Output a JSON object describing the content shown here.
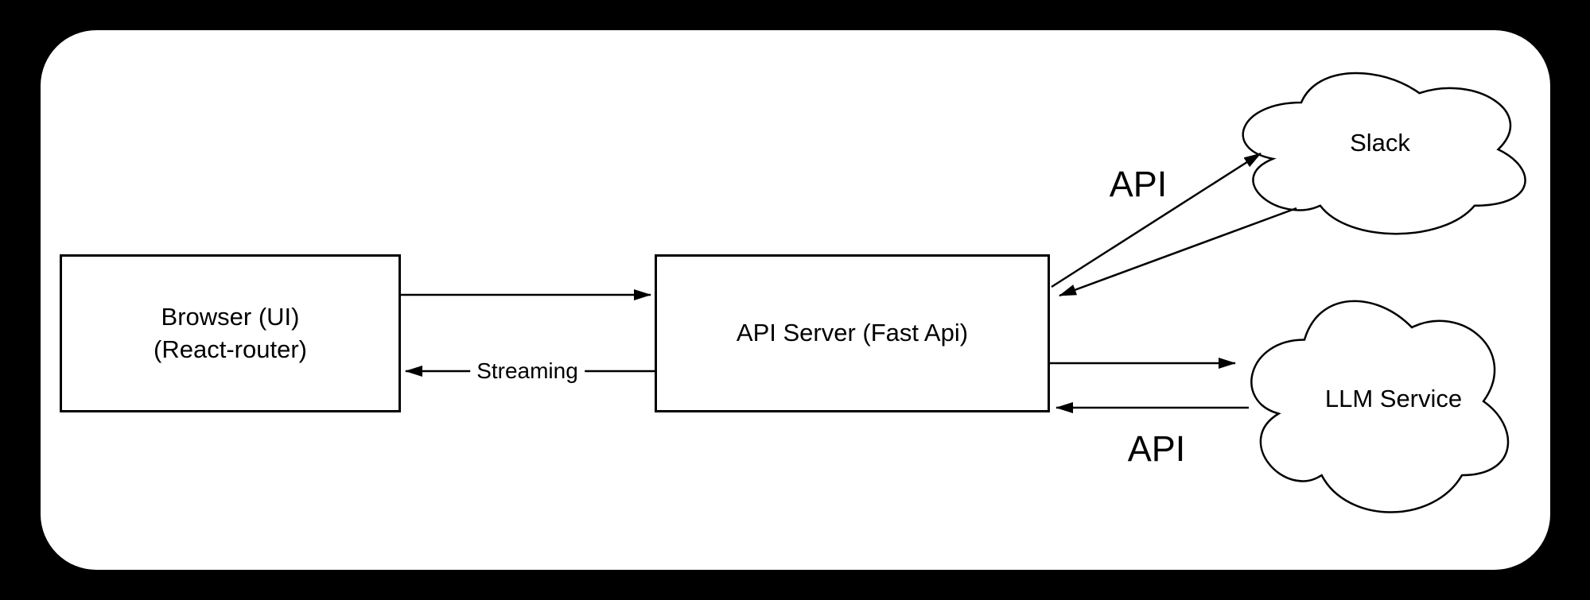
{
  "nodes": {
    "browser": {
      "line1": "Browser (UI)",
      "line2": "(React-router)"
    },
    "api_server": {
      "label": "API Server (Fast Api)"
    },
    "slack": {
      "label": "Slack"
    },
    "llm_service": {
      "label": "LLM Service"
    }
  },
  "edges": {
    "api_to_browser": {
      "label": "Streaming"
    },
    "slack_link": {
      "label": "API"
    },
    "llm_link": {
      "label": "API"
    }
  },
  "colors": {
    "background": "#000000",
    "canvas": "#ffffff",
    "stroke": "#000000",
    "text": "#000000"
  }
}
